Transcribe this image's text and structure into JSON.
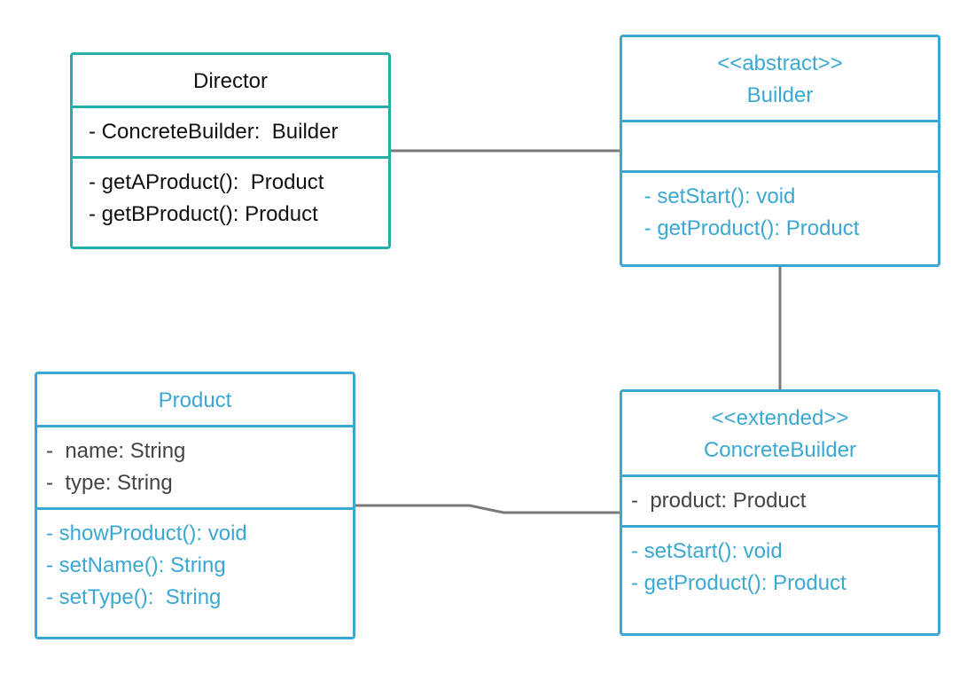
{
  "classes": {
    "director": {
      "name": "Director",
      "attributes": [
        "- ConcreteBuilder:  Builder"
      ],
      "methods": [
        "- getAProduct():  Product",
        "- getBProduct(): Product"
      ]
    },
    "builder": {
      "stereotype": "<<abstract>>",
      "name": "Builder",
      "attributes": [],
      "methods": [
        " - setStart(): void",
        " - getProduct(): Product"
      ]
    },
    "product": {
      "name": "Product",
      "attributes": [
        "-  name: String",
        "-  type: String"
      ],
      "methods": [
        "- showProduct(): void",
        "- setName(): String",
        "- setType():  String"
      ]
    },
    "concrete_builder": {
      "stereotype": "<<extended>>",
      "name": "ConcreteBuilder",
      "attributes": [
        "-  product: Product"
      ],
      "methods": [
        "- setStart(): void",
        "- getProduct(): Product"
      ]
    }
  },
  "colors": {
    "blue_accent": "#3aa8d2",
    "teal_accent": "#27aeab",
    "connector": "#7a7a7a"
  }
}
